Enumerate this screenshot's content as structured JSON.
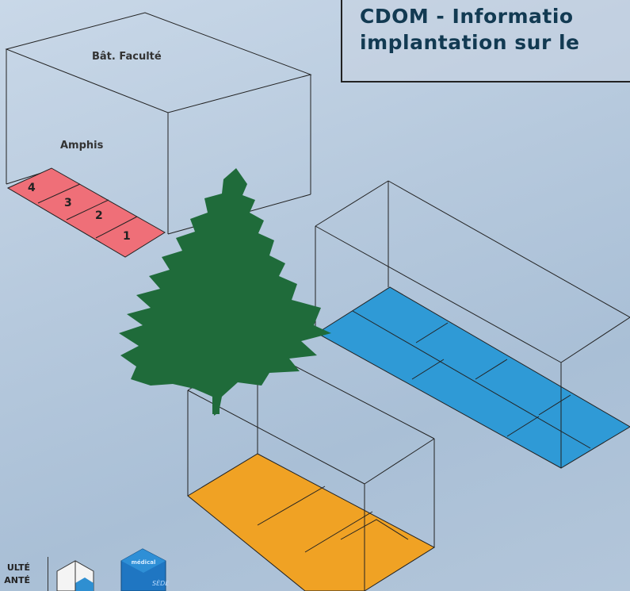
{
  "title": {
    "line1": "CDOM - Informatio",
    "line2": "implantation sur le"
  },
  "building_faculty": {
    "label": "Bât. Faculté",
    "sublabel": "Amphis"
  },
  "amphis": [
    "4",
    "3",
    "2",
    "1"
  ],
  "logo": {
    "line1": "ULTÉ",
    "line2": "ANTÉ",
    "badge_top": "médical",
    "badge_side": "SÈDE"
  },
  "colors": {
    "amphi": "#ef6f78",
    "blue": "#2f9ad6",
    "orange": "#f0a224",
    "tree": "#1f6b3a",
    "title_text": "#123a52"
  }
}
